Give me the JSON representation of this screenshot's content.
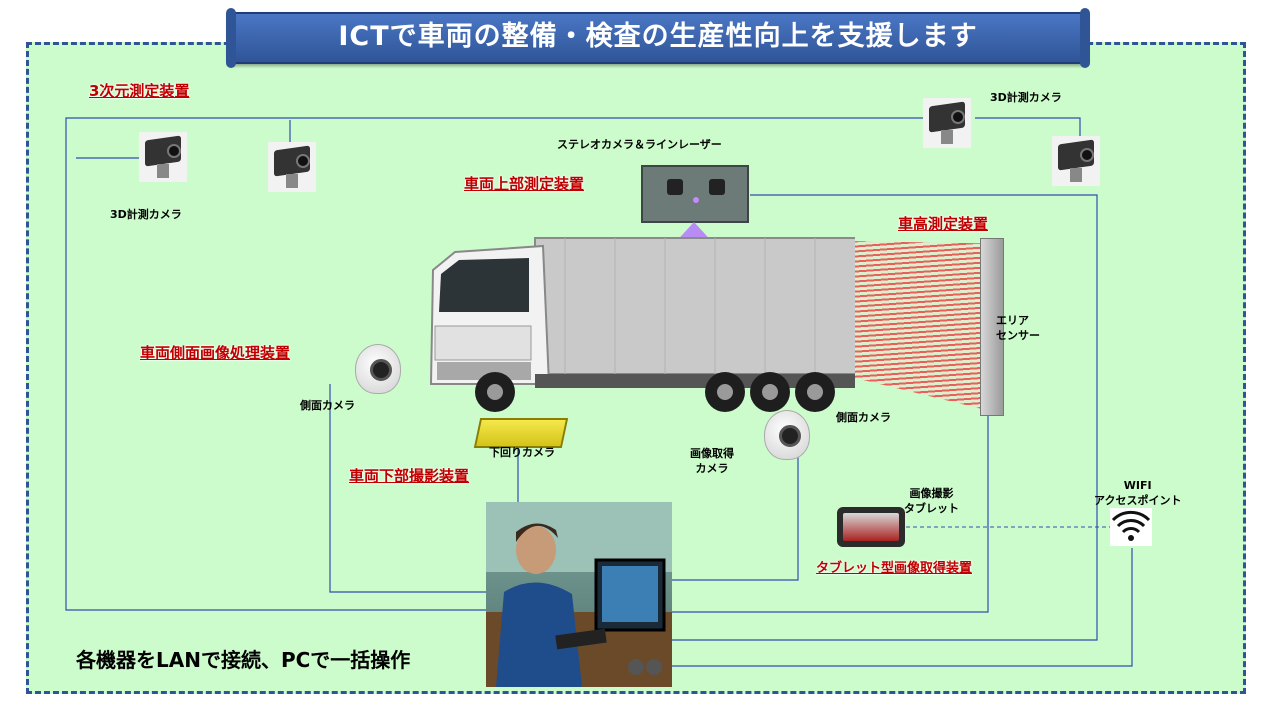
{
  "header": {
    "title": "ICTで車両の整備・検査の生産性向上を支援します"
  },
  "sections": {
    "three_d": "3次元測定装置",
    "upper": "車両上部測定装置",
    "height": "車高測定装置",
    "side": "車両側面画像処理装置",
    "lower": "車両下部撮影装置",
    "tablet": "タブレット型画像取得装置"
  },
  "devices": {
    "cam3d_left": "3D計測カメラ",
    "cam3d_right": "3D計測カメラ",
    "stereo": "ステレオカメラ＆ラインレーザー",
    "area_sensor_1": "エリア",
    "area_sensor_2": "センサー",
    "side_cam_left": "側面カメラ",
    "side_cam_right": "側面カメラ",
    "under_cam": "下回りカメラ",
    "img_cam_1": "画像取得",
    "img_cam_2": "カメラ",
    "tablet_1": "画像撮影",
    "tablet_2": "タブレット",
    "wifi_1": "WIFI",
    "wifi_2": "アクセスポイント"
  },
  "caption": "各機器をLANで接続、PCで一括操作",
  "icons": [
    "camera-3d-icon",
    "dome-camera-icon",
    "stereo-camera-icon",
    "area-sensor-icon",
    "truck-image",
    "under-camera-icon",
    "tablet-icon",
    "wifi-icon",
    "pc-operator-photo"
  ],
  "colors": {
    "frame_bg": "#ccfccc",
    "frame_border": "#2f5597",
    "banner": "#2f5597",
    "label_red": "#c00000",
    "lan_line": "#2f4fb0"
  }
}
